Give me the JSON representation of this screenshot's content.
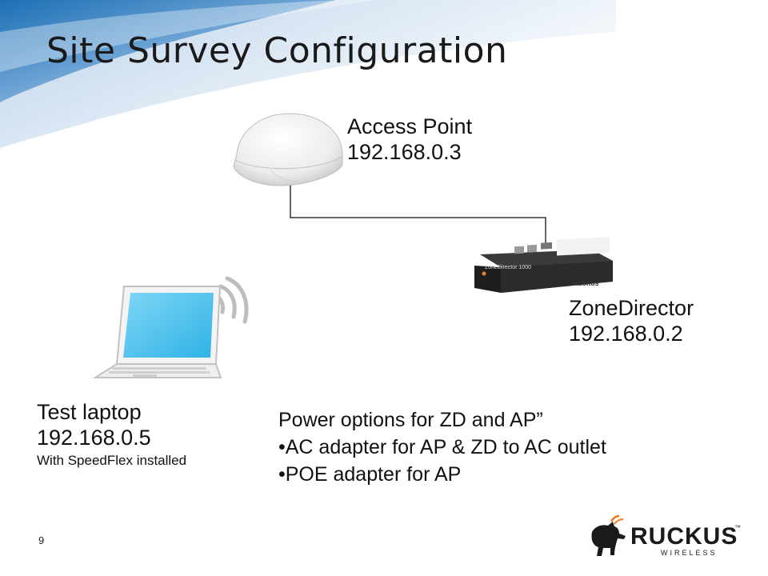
{
  "slide": {
    "title": "Site Survey Configuration",
    "page_number": "9"
  },
  "devices": {
    "access_point": {
      "name": "Access Point",
      "ip": "192.168.0.3",
      "icon": "access-point-icon"
    },
    "zonedirector": {
      "name": "ZoneDirector",
      "ip": "192.168.0.2",
      "icon": "zonedirector-icon",
      "faceplate": "ZoneDirector 1000",
      "brand_badge": "Ruckus"
    },
    "laptop": {
      "name": "Test laptop",
      "ip": "192.168.0.5",
      "note": "With SpeedFlex installed",
      "icon": "laptop-icon"
    }
  },
  "power_options": {
    "heading": "Power options for ZD and AP”",
    "items": [
      "•AC adapter for AP & ZD to AC outlet",
      "•POE adapter for AP"
    ]
  },
  "logo": {
    "wordmark": "RUCKUS",
    "tagline": "WIRELESS",
    "trademark": "™",
    "icon": "ruckus-dog-icon"
  },
  "colors": {
    "swoosh_blue": "#1d6fb5",
    "swoosh_light": "#bcd3ea",
    "logo_orange": "#f47b20",
    "screen_blue": "#5cc8f0",
    "link_line": "#333333"
  }
}
